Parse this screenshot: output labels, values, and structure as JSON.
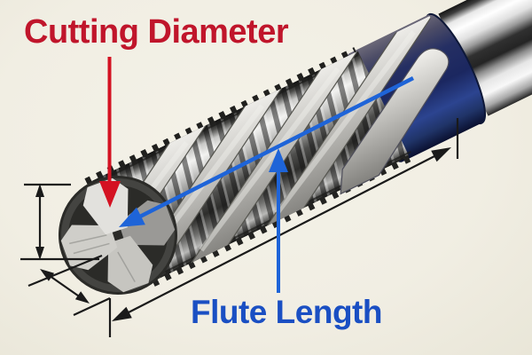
{
  "background_color": "#f2f0e5",
  "annotations": {
    "cutting_diameter": {
      "label": "Cutting Diameter",
      "text_color": "#c0152b",
      "arrow_color": "#d41222",
      "arrow": "red-arrow-pointing-down-at-cutting-tip"
    },
    "flute_length": {
      "label": "Flute Length",
      "text_color": "#1a4fc3",
      "arrow_color": "#1e64d8",
      "arrows": [
        "blue-diagonal-measure-line-along-flutes",
        "blue-vertical-leader-arrow-from-label"
      ]
    }
  },
  "dimension_marks": {
    "color": "#1a1a1a",
    "marks": [
      "vertical-double-arrow-cutting-diameter-extent",
      "short-diagonal-double-arrow-chamfer-extent",
      "long-diagonal-double-arrow-flute-length-extent"
    ]
  },
  "tool": {
    "type": "spiral-flute-tap",
    "parts": [
      "cross-cutting-tip",
      "spiral-fluted-body",
      "blue-collar",
      "polished-shank"
    ],
    "collar_color": "#1e2c63",
    "steel_highlight": "#f4f4f2",
    "steel_shadow": "#242422"
  }
}
